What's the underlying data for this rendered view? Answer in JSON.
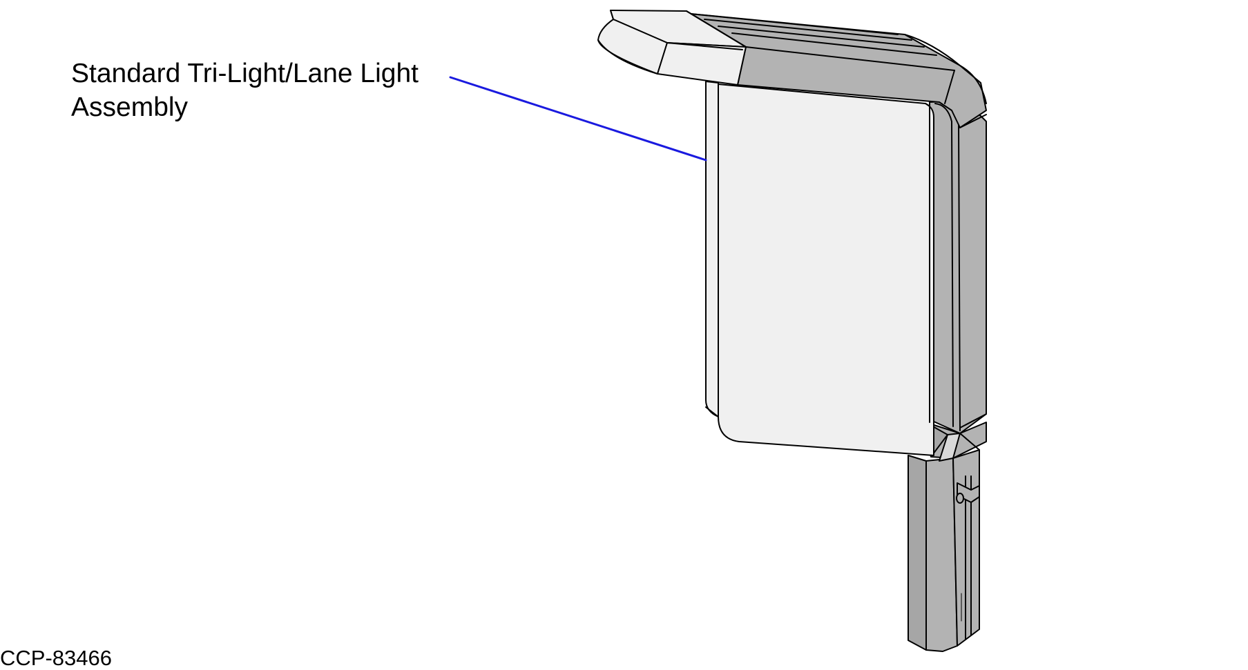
{
  "callout": {
    "line1": "Standard Tri-Light/Lane Light",
    "line2": "Assembly",
    "leader_color": "#1a1adf"
  },
  "figure_id": "CCP-83466",
  "colors": {
    "outline": "#000000",
    "light_fill": "#f0f0f0",
    "mid_fill": "#b3b3b3",
    "dark_fill": "#a6a6a6"
  }
}
